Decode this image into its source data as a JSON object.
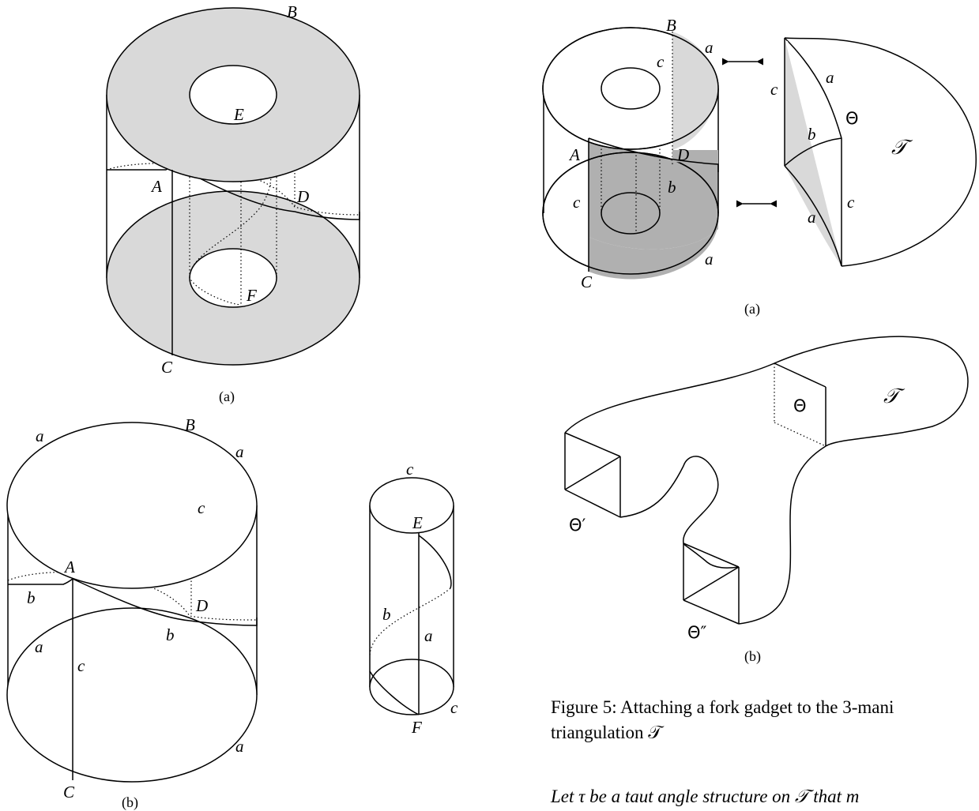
{
  "fig_left_a": {
    "caption": "(a)",
    "labels": {
      "B": "B",
      "E": "E",
      "A": "A",
      "D": "D",
      "F": "F",
      "C": "C"
    }
  },
  "fig_left_b": {
    "caption": "(b)",
    "labels": {
      "a_top_left": "a",
      "B": "B",
      "a_top_right": "a",
      "c_vertical": "c",
      "A": "A",
      "b_left": "b",
      "D": "D",
      "b_lower": "b",
      "a_left": "a",
      "c_front": "c",
      "a_bottom": "a",
      "C": "C",
      "c_small_top": "c",
      "E": "E",
      "b_small": "b",
      "a_small": "a",
      "F": "F",
      "c_small_bottom": "c"
    }
  },
  "fig_right_a": {
    "caption": "(a)",
    "labels": {
      "B": "B",
      "a_top": "a",
      "c_top": "c",
      "A": "A",
      "D": "D",
      "c_left": "c",
      "b_mid": "b",
      "a_bottom": "a",
      "C": "C",
      "c_piece": "c",
      "a_piece": "a",
      "Theta": "Θ",
      "b_piece": "b",
      "c_piece_low": "c",
      "a_piece_low": "a",
      "T": "𝒯"
    }
  },
  "fig_right_b": {
    "caption": "(b)",
    "labels": {
      "Theta": "Θ",
      "T": "𝒯",
      "Theta_prime": "Θ′",
      "Theta_dprime": "Θ″"
    }
  },
  "figure_caption": {
    "line1": "Figure 5:  Attaching a fork gadget to the 3-mani",
    "line2": "triangulation 𝒯"
  },
  "body_text": "Let τ  be a taut angle structure on 𝒯  that m"
}
